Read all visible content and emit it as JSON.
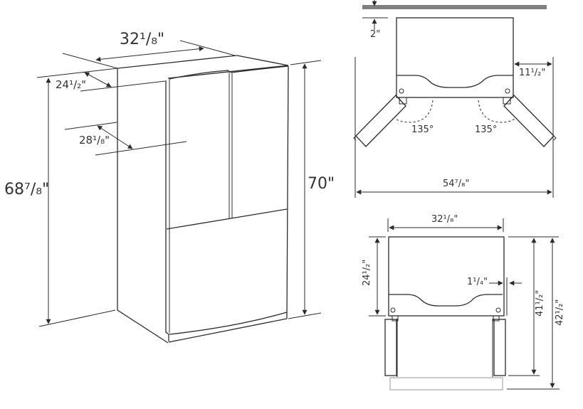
{
  "diagram": {
    "subject": "French door refrigerator dimensions",
    "colors": {
      "line": "#2b2b2b",
      "wall": "#808080",
      "floor_plate": "#aaaaaa",
      "text": "#333333"
    },
    "perspective_view": {
      "width_label": "32¹/₈\"",
      "depth_cabinet_label": "24¹/₂\"",
      "depth_with_doors_label": "28¹/₈\"",
      "height_cabinet_label": "68⁷/₈\"",
      "height_overall_label": "70\""
    },
    "top_view_doors_open": {
      "wall_clearance_label": "2\"",
      "side_clearance_label": "11¹/₂\"",
      "left_angle_label": "135°",
      "right_angle_label": "135°",
      "total_width_label": "54⁷/₈\""
    },
    "top_view_drawer_open": {
      "width_label": "32¹/₈\"",
      "depth_label": "24¹/₂\"",
      "door_offset_label": "1¹/₄\"",
      "depth_drawer_open_label": "41¹/₂\"",
      "depth_overall_label": "42¹/₂\""
    }
  }
}
